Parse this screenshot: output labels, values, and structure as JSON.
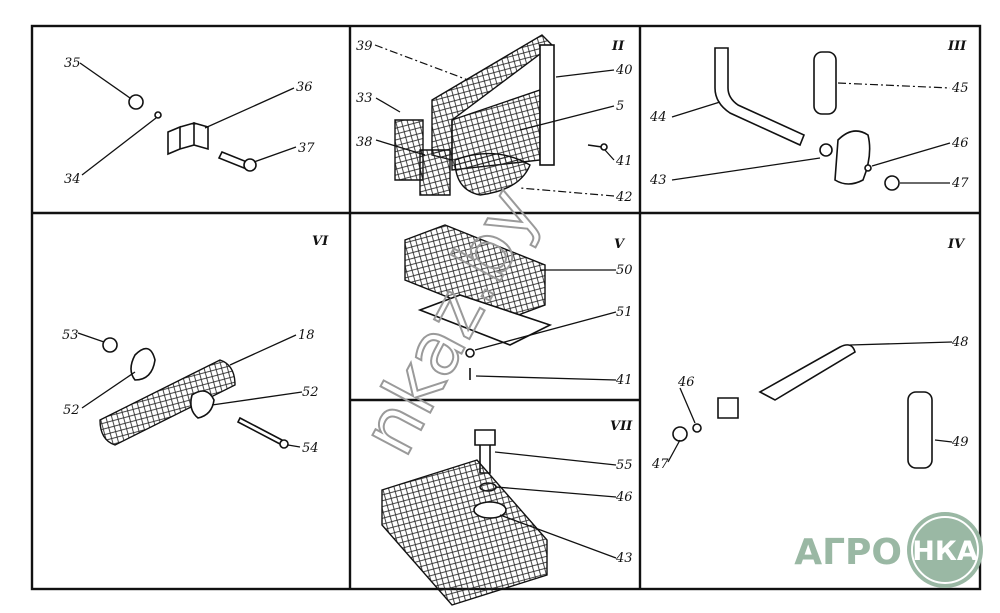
{
  "panels": {
    "II": "II",
    "III": "III",
    "IV": "IV",
    "V": "V",
    "VI": "VI",
    "VII": "VII"
  },
  "labels": {
    "p1": [
      "35",
      "34",
      "36",
      "37"
    ],
    "p2": [
      "39",
      "33",
      "38",
      "40",
      "5",
      "41",
      "42"
    ],
    "p3": [
      "44",
      "43",
      "45",
      "46",
      "47"
    ],
    "p6": [
      "53",
      "18",
      "52",
      "52",
      "54"
    ],
    "p5": [
      "50",
      "51",
      "41"
    ],
    "p7": [
      "55",
      "46",
      "43"
    ],
    "p4": [
      "48",
      "46",
      "47",
      "49"
    ]
  },
  "watermark": "nkaz.by",
  "logo": {
    "left": "АГРО",
    "right": "НКА",
    "color": "#9ab8a4"
  }
}
